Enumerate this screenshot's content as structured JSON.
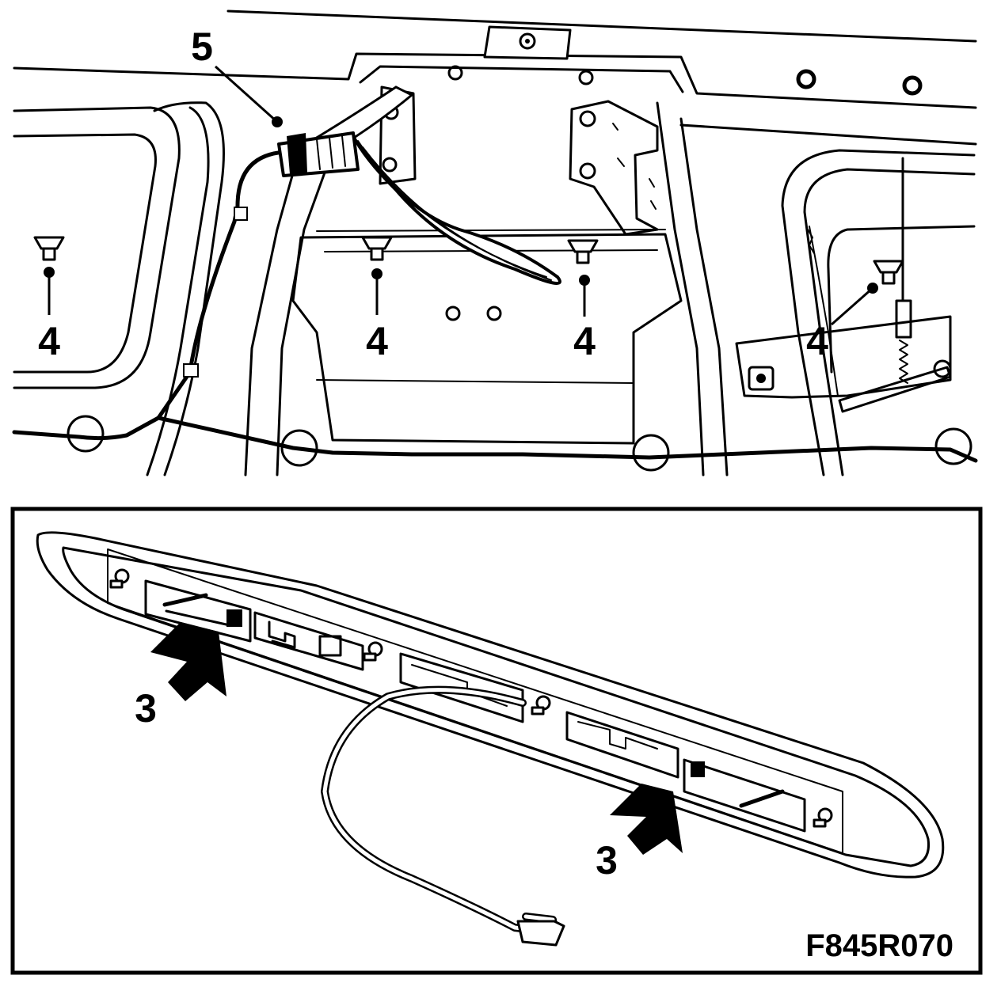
{
  "figure": {
    "code": "F845R070",
    "callouts": {
      "harness_connector": "5",
      "clip_left": "4",
      "clip_center_left": "4",
      "clip_center_right": "4",
      "clip_right": "4",
      "arrow_left": "3",
      "arrow_right": "3"
    }
  }
}
